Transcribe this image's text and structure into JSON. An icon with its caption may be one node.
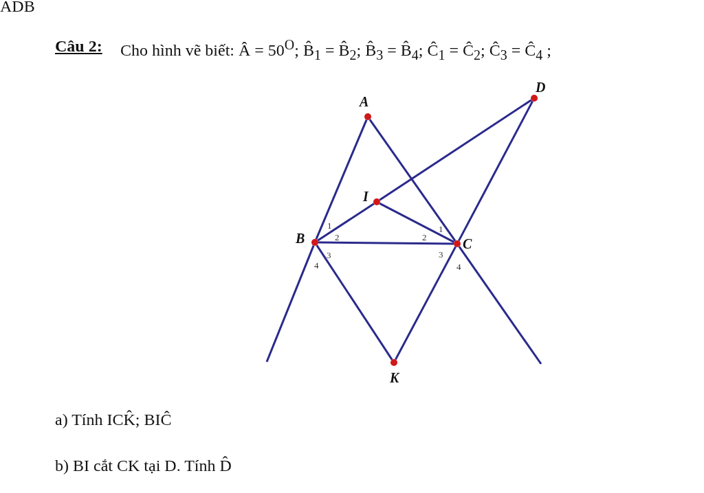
{
  "diagram": {
    "nodes": [
      {
        "text": [
          "A"
        ]
      },
      {
        "text": [
          "D"
        ]
      },
      {
        "text": [
          "I"
        ]
      },
      {
        "text": [
          "B"
        ]
      },
      {
        "text": [
          "C"
        ]
      },
      {
        "text": [
          "K"
        ]
      }
    ],
    "edges": [
      {
        "from": 0,
        "to": 3,
        "arrow": "none"
      },
      {
        "from": 3,
        "to": null,
        "arrow": "none"
      },
      {
        "from": 0,
        "to": 4,
        "arrow": "none"
      },
      {
        "from": 4,
        "to": null,
        "arrow": "none"
      },
      {
        "from": 3,
        "to": 2,
        "arrow": "none"
      },
      {
        "from": 2,
        "to": 1,
        "arrow": "none"
      },
      {
        "from": 2,
        "to": 4,
        "arrow": "none"
      },
      {
        "from": 3,
        "to": 4,
        "arrow": "none"
      },
      {
        "from": 3,
        "to": 5,
        "arrow": "none"
      },
      {
        "from": 5,
        "to": 4,
        "arrow": "none"
      },
      {
        "from": 4,
        "to": 1,
        "arrow": "none"
      }
    ],
    "labels": [
      "ADB",
      "Câu 2:",
      "Cho hình vẽ biết: Â = 50$^{O}$; B̂$_{1}$ = B̂$_{2}$; B̂$_{3}$ = B̂$_{4}$; Ĉ$_{1}$ = Ĉ$_{2}$; Ĉ$_{3}$ = Ĉ$_{4}$ ;",
      "1",
      "2",
      "3",
      "4",
      "1",
      "2",
      "3",
      "4",
      "a) Tính ICK̂; BIĈ",
      "b) BI cắt CK tại D. Tính D̂"
    ]
  }
}
